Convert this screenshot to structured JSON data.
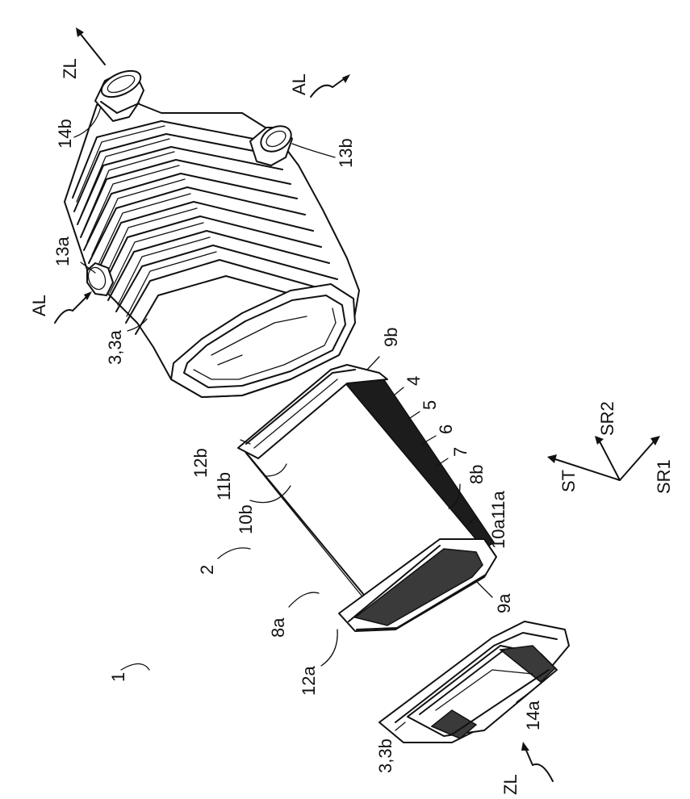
{
  "figure": {
    "labels": {
      "ZL_top": "ZL",
      "AL_top": "AL",
      "l14b": "14b",
      "l13b": "13b",
      "l13a": "13a",
      "AL_left": "AL",
      "l3_3a": "3,3a",
      "l9b": "9b",
      "l4": "4",
      "l5": "5",
      "l6": "6",
      "l7": "7",
      "l8b": "8b",
      "l10a11a": "10a11a",
      "l12b": "12b",
      "l11b": "11b",
      "l10b": "10b",
      "l2": "2",
      "l8a": "8a",
      "l12a": "12a",
      "l9a": "9a",
      "l1": "1",
      "ST": "ST",
      "SR2": "SR2",
      "SR1": "SR1",
      "l3_3b": "3,3b",
      "l14a": "14a",
      "ZL_bottom": "ZL"
    }
  }
}
